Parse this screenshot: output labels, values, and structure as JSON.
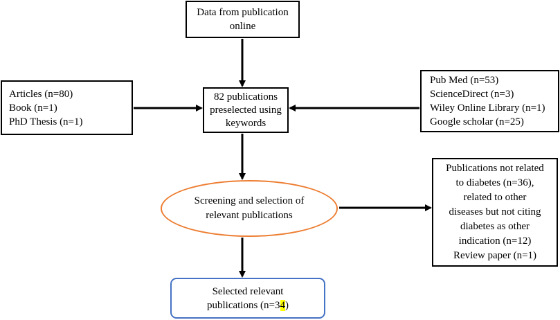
{
  "source_box": {
    "lines": [
      "Data from publication",
      "online"
    ]
  },
  "publication_types": {
    "lines": [
      "Articles (n=80)",
      "Book (n=1)",
      "PhD Thesis (n=1)"
    ]
  },
  "preselected": {
    "lines": [
      "82 publications",
      "preselected using",
      "keywords"
    ]
  },
  "databases": {
    "lines": [
      "Pub Med (n=53)",
      "ScienceDirect (n=3)",
      "Wiley Online Library (n=1)",
      "Google scholar (n=25)"
    ]
  },
  "screening": {
    "lines": [
      "Screening and selection of",
      "relevant publications"
    ]
  },
  "excluded": {
    "lines": [
      "Publications not related",
      "to diabetes (n=36),",
      "related to other",
      "diseases but not citing",
      "diabetes as other",
      "indication (n=12)",
      "Review paper (n=1)"
    ]
  },
  "selected": {
    "line1": "Selected relevant",
    "line2_prefix": "publications (n=3",
    "line2_highlight": "4",
    "line2_suffix": ")"
  },
  "colors": {
    "ellipse_border": "#ed7d31",
    "final_border": "#4472c4",
    "highlight": "#ffff00",
    "arrow": "#000000"
  }
}
